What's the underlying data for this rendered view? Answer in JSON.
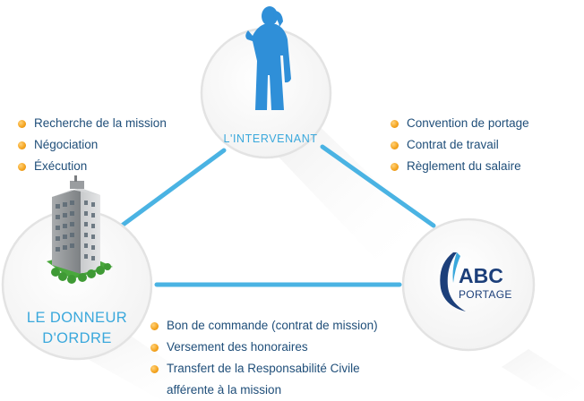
{
  "nodes": {
    "intervenant": {
      "label": "L'INTERVENANT"
    },
    "donneur": {
      "label_line1": "LE DONNEUR",
      "label_line2": "D'ORDRE"
    },
    "abc": {
      "logo_abc": "ABC",
      "logo_portage": "PORTAGE"
    }
  },
  "lists": {
    "donneur_tasks": [
      "Recherche de la mission",
      "Négociation",
      "Éxécution"
    ],
    "abc_tasks": [
      "Convention de portage",
      "Contrat de travail",
      "Règlement du salaire"
    ],
    "bottom_tasks": [
      "Bon de commande (contrat de mission)",
      "Versement des honoraires",
      "Transfert de la Responsabilité Civile"
    ],
    "bottom_tasks_continuation": "afférente à la mission"
  },
  "colors": {
    "connector": "#4ab3e3",
    "label_blue": "#3aa8dc",
    "text": "#1f4e79",
    "bullet": "#f5a623",
    "person": "#2f8fd8",
    "logo_navy": "#1c3f7a"
  },
  "icons": {
    "person": "person-silhouette-icon",
    "building": "office-building-icon",
    "logo": "abc-portage-logo"
  }
}
